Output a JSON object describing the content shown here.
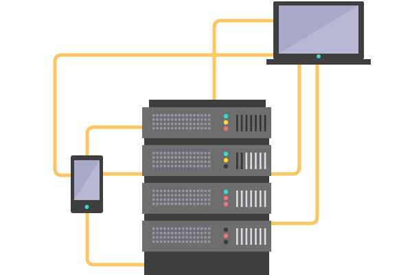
{
  "illustration": {
    "palette": {
      "cable": "#fcc55e",
      "rack_dark": "#3e3e3e",
      "unit_body": "#6e6e6e",
      "vent_hole": "#9a96b0",
      "vent_panel": "#dddde6",
      "screen": "#b8b8d4",
      "screen_shade": "#a8a8c8",
      "led_cyan": "#38dbd0",
      "led_yellow": "#fddc35",
      "led_red": "#ef7474",
      "led_off": "#3a3a3a"
    },
    "server_units": [
      {
        "leds": [
          "cyan",
          "yellow",
          "red"
        ],
        "vent_style": "dark-slots"
      },
      {
        "leds": [
          "cyan",
          "yellow",
          "off"
        ],
        "vent_style": "mixed-slots"
      },
      {
        "leds": [
          "cyan",
          "red",
          "red"
        ],
        "vent_style": "light-slots"
      },
      {
        "leds": [
          "off",
          "red",
          "off"
        ],
        "vent_style": "light-slots"
      }
    ],
    "devices": {
      "laptop": {
        "icon": "laptop-icon",
        "power_led": "cyan"
      },
      "phone": {
        "icon": "phone-icon",
        "power_led": "cyan"
      }
    }
  }
}
